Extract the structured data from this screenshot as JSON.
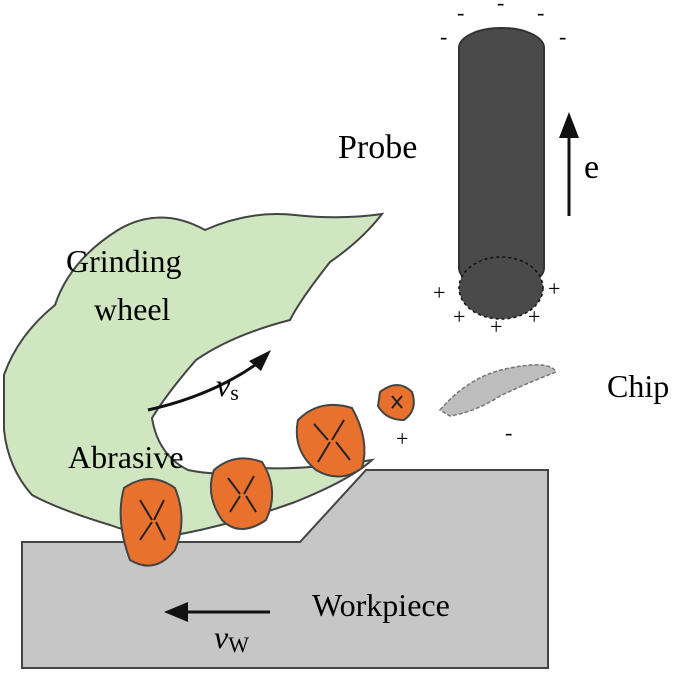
{
  "labels": {
    "probe": "Probe",
    "grinding_line1": "Grinding",
    "grinding_line2": "wheel",
    "abrasive": "Abrasive",
    "chip": "Chip",
    "workpiece": "Workpiece",
    "field": "e",
    "vs_main": "v",
    "vs_sub": "s",
    "vw_main": "v",
    "vw_sub": "W"
  },
  "signs": {
    "minus": "-",
    "plus": "+"
  },
  "colors": {
    "wheel_fill": "#cfe6c1",
    "probe_fill": "#4a4a4a",
    "abrasive_fill": "#e8722d",
    "workpiece_fill": "#c6c6c6",
    "chip_fill": "#bdbdbd"
  }
}
